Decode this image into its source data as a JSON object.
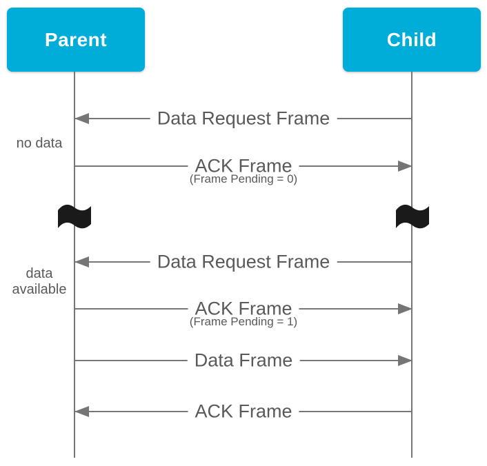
{
  "colors": {
    "actor_bg": "#00ACD8",
    "actor_text": "#FFFFFF",
    "line": "#757575",
    "text": "#58595B",
    "flag": "#1A1A1A"
  },
  "actors": [
    {
      "id": "parent",
      "label": "Parent"
    },
    {
      "id": "child",
      "label": "Child"
    }
  ],
  "messages": [
    {
      "label": "Data Request Frame",
      "sublabel": "",
      "from": "child",
      "to": "parent"
    },
    {
      "label": "ACK Frame",
      "sublabel": "(Frame Pending = 0)",
      "from": "parent",
      "to": "child"
    },
    {
      "label": "Data Request Frame",
      "sublabel": "",
      "from": "child",
      "to": "parent"
    },
    {
      "label": "ACK Frame",
      "sublabel": "(Frame Pending = 1)",
      "from": "parent",
      "to": "child"
    },
    {
      "label": "Data Frame",
      "sublabel": "",
      "from": "parent",
      "to": "child"
    },
    {
      "label": "ACK Frame",
      "sublabel": "",
      "from": "child",
      "to": "parent"
    }
  ],
  "side_notes": [
    {
      "lines": [
        "no data"
      ]
    },
    {
      "lines": [
        "data",
        "available"
      ]
    }
  ],
  "time_break": {
    "icon": "flag-icon",
    "on_lifelines": [
      "parent",
      "child"
    ]
  }
}
